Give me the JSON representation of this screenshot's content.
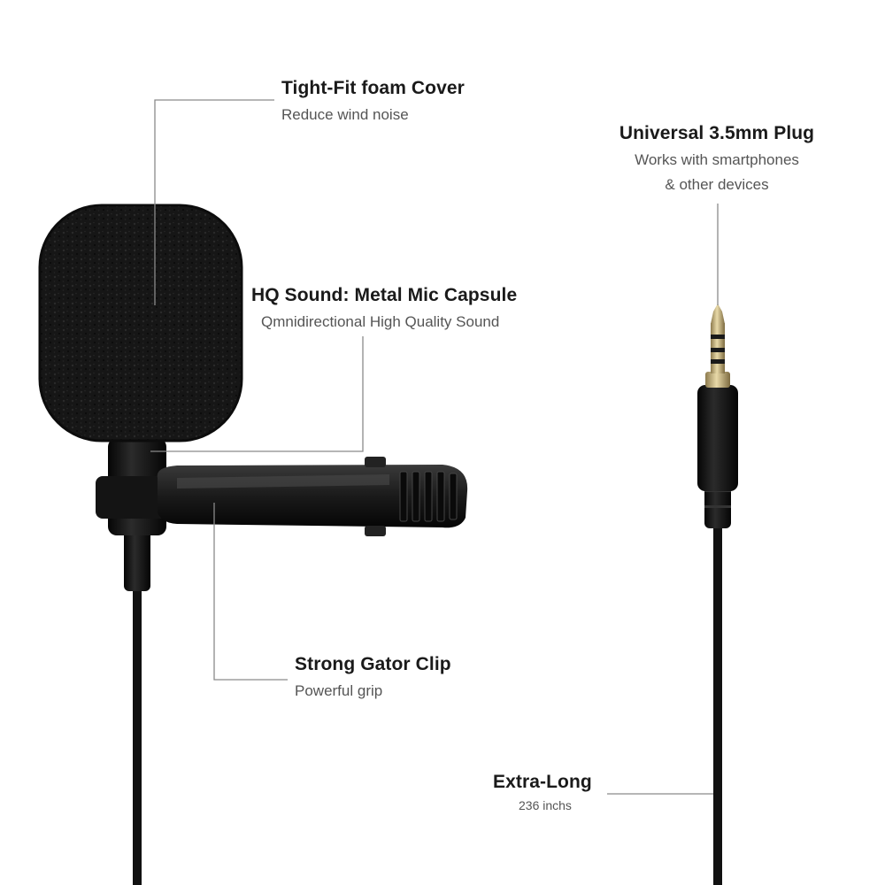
{
  "callouts": {
    "foam_cover": {
      "title": "Tight-Fit foam Cover",
      "subtitle": "Reduce wind noise"
    },
    "plug": {
      "title": "Universal 3.5mm Plug",
      "subtitle_line1": "Works with smartphones",
      "subtitle_line2": "& other devices"
    },
    "capsule": {
      "title": "HQ Sound: Metal Mic Capsule",
      "subtitle": "Qmnidirectional High Quality Sound"
    },
    "clip": {
      "title": "Strong Gator Clip",
      "subtitle": "Powerful grip"
    },
    "cable": {
      "title": "Extra-Long",
      "subtitle": "236 inchs"
    }
  },
  "colors": {
    "background": "#ffffff",
    "foam": "#151515",
    "mic_body": "#0d0d0d",
    "cable": "#111111",
    "plug_metal": "#c9b37a",
    "plug_ring": "#1a1a1a",
    "leader_line": "#8a8a8a"
  }
}
